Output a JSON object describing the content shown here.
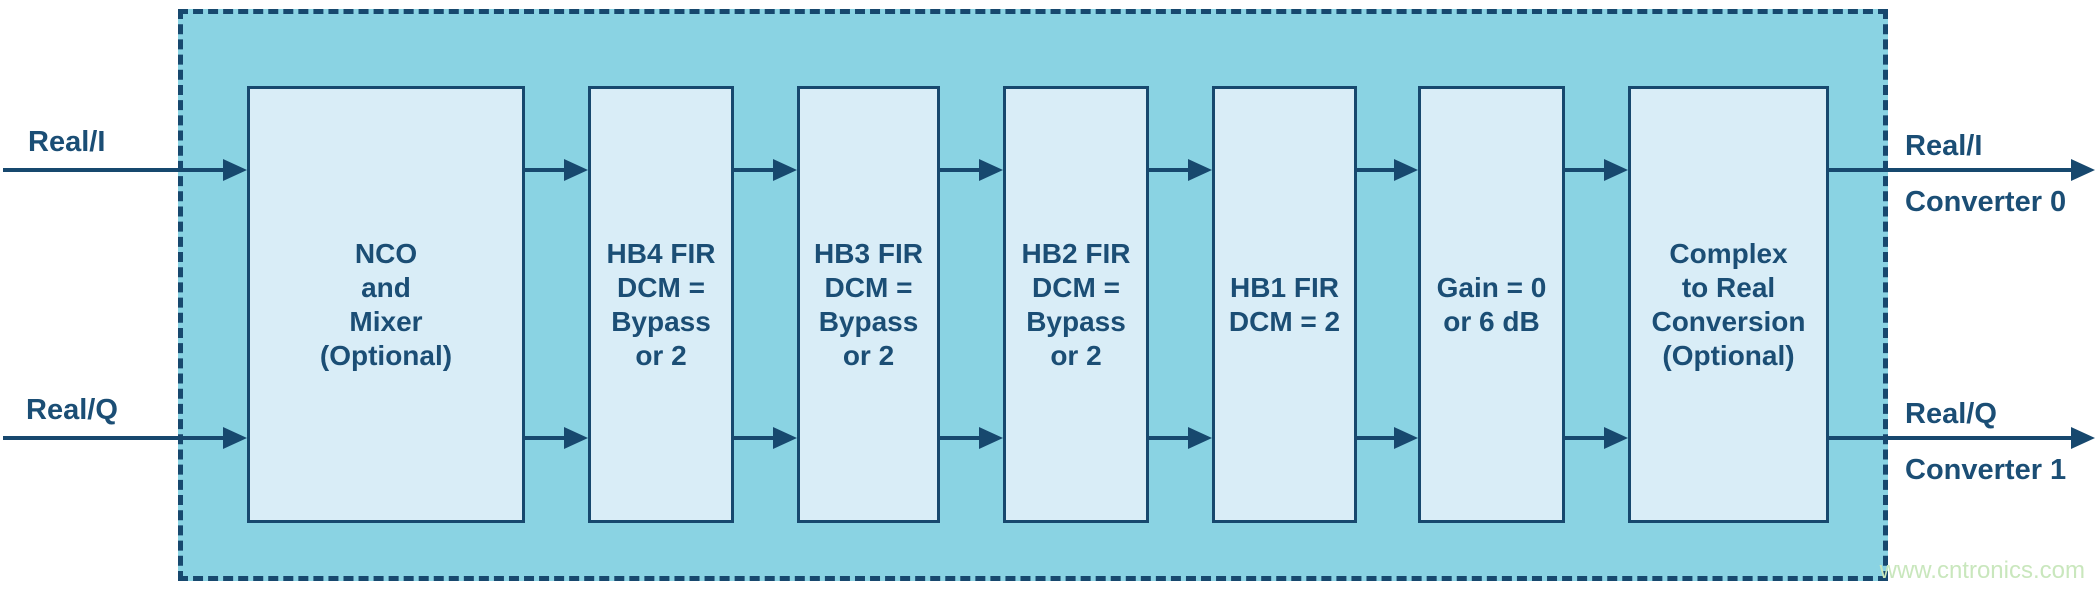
{
  "diagram": {
    "inputs": [
      {
        "label": "Real/I"
      },
      {
        "label": "Real/Q"
      }
    ],
    "blocks": [
      {
        "id": "nco-mixer",
        "label": "NCO\nand\nMixer\n(Optional)"
      },
      {
        "id": "hb4-fir",
        "label": "HB4 FIR\nDCM =\nBypass\nor 2"
      },
      {
        "id": "hb3-fir",
        "label": "HB3 FIR\nDCM =\nBypass\nor 2"
      },
      {
        "id": "hb2-fir",
        "label": "HB2 FIR\nDCM =\nBypass\nor 2"
      },
      {
        "id": "hb1-fir",
        "label": "HB1 FIR\nDCM = 2"
      },
      {
        "id": "gain",
        "label": "Gain = 0\nor 6 dB"
      },
      {
        "id": "complex-to-real",
        "label": "Complex\nto Real\nConversion\n(Optional)"
      }
    ],
    "outputs": [
      {
        "signal": "Real/I",
        "converter": "Converter 0"
      },
      {
        "signal": "Real/Q",
        "converter": "Converter 1"
      }
    ],
    "colors": {
      "background": "#ffffff",
      "box_fill": "#8ad3e3",
      "block_fill": "#d9edf7",
      "line": "#17486e",
      "text": "#1b4e75"
    }
  },
  "watermark": {
    "text": "www.cntronics.com",
    "color": "#c9e7bd"
  }
}
